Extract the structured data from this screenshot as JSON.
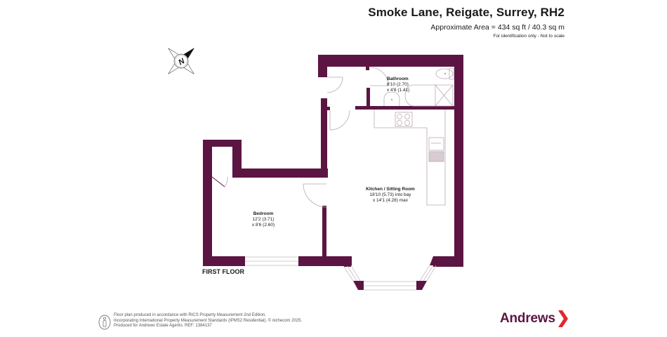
{
  "header": {
    "title": "Smoke Lane, Reigate, Surrey, RH2",
    "area": "Approximate Area = 434 sq ft / 40.3 sq m",
    "note": "For identification only - Not to scale"
  },
  "compass": {
    "icon": "compass-north-icon",
    "letter": "N"
  },
  "floor": {
    "label": "FIRST FLOOR"
  },
  "rooms": [
    {
      "name": "Bathroom",
      "dim1": "8'10 (2.70)",
      "dim2": "x 4'8 (1.41)"
    },
    {
      "name": "Kitchen / Sitting Room",
      "dim1": "18'10 (5.73) into bay",
      "dim2": "x 14'1 (4.28) max"
    },
    {
      "name": "Bedroom",
      "dim1": "12'2 (3.71)",
      "dim2": "x 8'6 (2.60)"
    }
  ],
  "footer": {
    "icon": "info-figure-icon",
    "lines": [
      "Floor plan produced in accordance with RICS Property Measurement 2nd Edition.",
      "Incorporating International Property Measurement Standards (IPMS2 Residential).   © nichecom 2025.",
      "Produced for Andrews Estate Agents.   REF: 1384137"
    ]
  },
  "brand": {
    "name": "Andrews",
    "icon": "chevron-right-icon"
  },
  "colors": {
    "wall": "#5c1542",
    "fixture_line": "#b9a8b2",
    "brand_text": "#5a1540",
    "brand_chevron": "#e4262c"
  }
}
